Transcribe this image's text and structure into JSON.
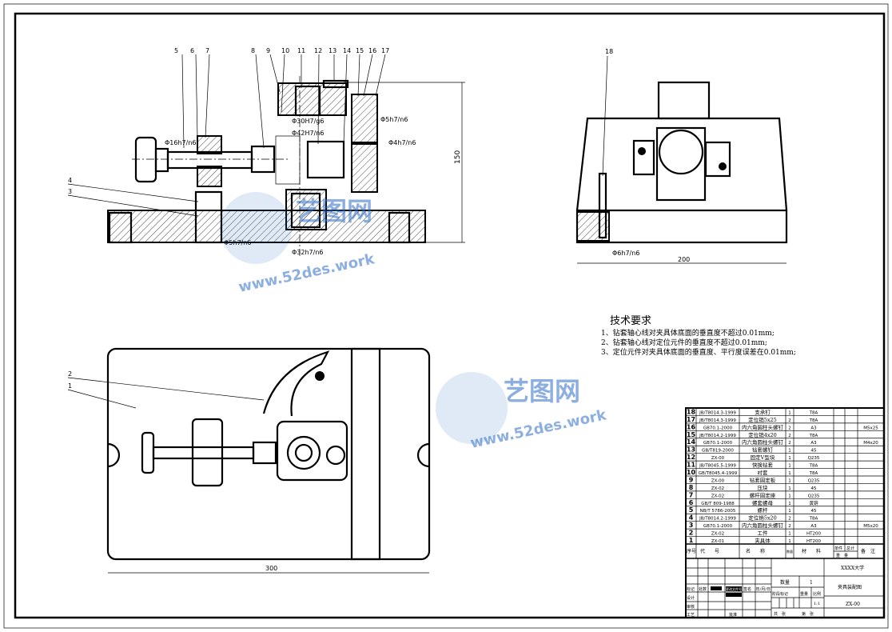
{
  "front_view": {
    "part_labels": [
      "5",
      "6",
      "7",
      "8",
      "9",
      "10",
      "11",
      "12",
      "13",
      "14",
      "15",
      "16",
      "17",
      "4",
      "3"
    ],
    "dims": {
      "d16": "Φ16h7/n6",
      "d30": "Φ30H7/g6",
      "d42": "Φ42H7/n6",
      "d5a": "Φ5h7/n6",
      "d4": "Φ4h7/n6",
      "d5b": "Φ5h7/n6",
      "d32": "Φ32h7/n6",
      "h150": "150"
    }
  },
  "side_view": {
    "part_label": "18",
    "dims": {
      "d6": "Φ6h7/n6",
      "w200": "200"
    }
  },
  "top_view": {
    "part_labels": [
      "2",
      "1"
    ],
    "dims": {
      "w300": "300"
    }
  },
  "watermark": {
    "text": "艺图网",
    "url": "www.52des.work",
    "color": "#2f6fc7"
  },
  "tech_req": {
    "title": "技术要求",
    "items": [
      "1、钻套轴心线对夹具体底面的垂直度不超过0.01mm;",
      "2、钻套轴心线对定位元件的垂直度不超过0.01mm;",
      "3、定位元件对夹具体底面的垂直度、平行度误差在0.01mm;"
    ]
  },
  "bom": {
    "rows": [
      [
        "18",
        "JB/T8014.3-1999",
        "支承钉",
        "1",
        "T8A",
        ""
      ],
      [
        "17",
        "JB/T8014.3-1999",
        "定位销5x25",
        "2",
        "T8A",
        ""
      ],
      [
        "16",
        "GB70.1-2000",
        "内六角圆柱头螺钉",
        "2",
        "A3",
        "M5x25"
      ],
      [
        "15",
        "JB/T8014.2-1999",
        "定位销4x20",
        "2",
        "T8A",
        ""
      ],
      [
        "14",
        "GB70.1-2000",
        "内六角圆柱头螺钉",
        "2",
        "A3",
        "M4x20"
      ],
      [
        "13",
        "GB/T819-2000",
        "钻套螺钉",
        "1",
        "45",
        ""
      ],
      [
        "12",
        "ZX-00",
        "固定V型块",
        "1",
        "Q235",
        ""
      ],
      [
        "11",
        "JB/T8045.5-1999",
        "快换钻套",
        "1",
        "T8A",
        ""
      ],
      [
        "10",
        "GB/T8045.4-1999",
        "衬套",
        "1",
        "T8A",
        ""
      ],
      [
        "9",
        "ZX-00",
        "钻套固定板",
        "1",
        "Q235",
        ""
      ],
      [
        "8",
        "ZX-02",
        "压块",
        "1",
        "45",
        ""
      ],
      [
        "7",
        "ZX-02",
        "螺杆固定座",
        "1",
        "Q235",
        ""
      ],
      [
        "6",
        "GB/T 809-1988",
        "螺套螺母",
        "1",
        "黄铜",
        ""
      ],
      [
        "5",
        "NB/T 5786-2005",
        "螺杆",
        "1",
        "45",
        ""
      ],
      [
        "4",
        "JB/T8014.2-1999",
        "定位销5x20",
        "2",
        "T8A",
        ""
      ],
      [
        "3",
        "GB70.1-2000",
        "内六角圆柱头螺钉",
        "2",
        "A3",
        "M5x20"
      ],
      [
        "2",
        "ZX-02",
        "工件",
        "1",
        "HT200",
        ""
      ],
      [
        "1",
        "ZX-01",
        "夹具体",
        "1",
        "HT200",
        ""
      ]
    ],
    "header": {
      "no": "序号",
      "code": "代　　号",
      "name": "名　　称",
      "qty": "数量",
      "material": "材　　料",
      "unit": "单件",
      "total": "总计",
      "weight": "重　量",
      "remark": "备　注"
    }
  },
  "title_block": {
    "school": "XXXX大学",
    "drawing_name": "夹具装配图",
    "drawing_no": "ZX-00",
    "qty_label": "数量",
    "qty": "1",
    "stage_label": "阶段标记",
    "weight_label": "重量",
    "scale_label": "比例",
    "scale": "1:1",
    "sheets": "共　张",
    "sheet": "第　张",
    "mark": "标记",
    "count": "处数",
    "file": "更改文件号",
    "sign": "签名",
    "date": "年/月/日",
    "design": "设计",
    "check": "审核",
    "process": "工艺",
    "approve": "批准"
  }
}
